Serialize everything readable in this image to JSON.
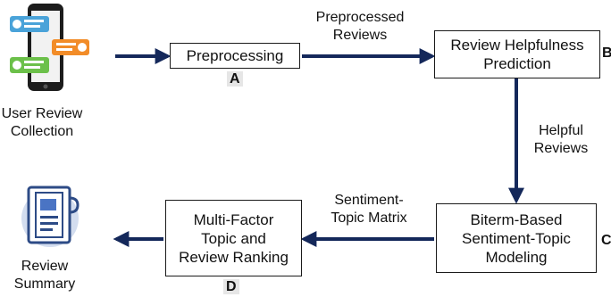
{
  "nodes": {
    "collection": {
      "label_line1": "User Review",
      "label_line2": "Collection"
    },
    "preprocessing": {
      "label": "Preprocessing",
      "tag": "A"
    },
    "helpfulness": {
      "label_line1": "Review Helpfulness",
      "label_line2": "Prediction",
      "tag": "B"
    },
    "biterm": {
      "label_line1": "Biterm-Based",
      "label_line2": "Sentiment-Topic",
      "label_line3": "Modeling",
      "tag": "C"
    },
    "ranking": {
      "label_line1": "Multi-Factor",
      "label_line2": "Topic and",
      "label_line3": "Review Ranking",
      "tag": "D"
    },
    "summary": {
      "label_line1": "Review",
      "label_line2": "Summary"
    }
  },
  "edges": {
    "pre_to_help": {
      "line1": "Preprocessed",
      "line2": "Reviews"
    },
    "help_to_biterm": {
      "line1": "Helpful",
      "line2": "Reviews"
    },
    "biterm_to_rank": {
      "line1": "Sentiment-",
      "line2": "Topic Matrix"
    }
  },
  "colors": {
    "arrow": "#14285a",
    "phone": "#1c1c1c",
    "doc": "#2d4b86",
    "doc_bg": "#d3ddef"
  }
}
